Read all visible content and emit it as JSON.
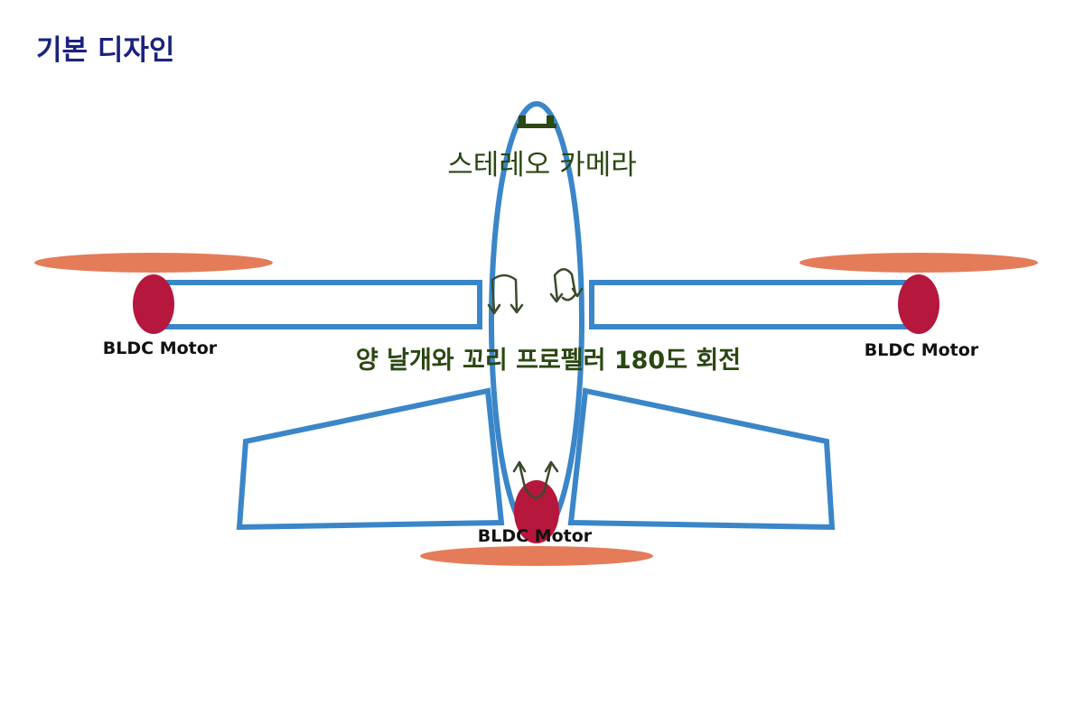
{
  "title": "기본 디자인",
  "labels": {
    "camera": "스테레오 카메라",
    "rotation": "양 날개와 꼬리 프로펠러 180도 회전",
    "motor_left": "BLDC Motor",
    "motor_right": "BLDC Motor",
    "motor_tail": "BLDC Motor"
  },
  "colors": {
    "title": "#1a237e",
    "outline": "#3a86c8",
    "motor": "#b5173d",
    "propeller": "#e47c59",
    "annotation": "#2b4712",
    "arrow": "#3a4a2a"
  },
  "icons": {
    "rotation_arrows": "curved-arrow-icon"
  }
}
